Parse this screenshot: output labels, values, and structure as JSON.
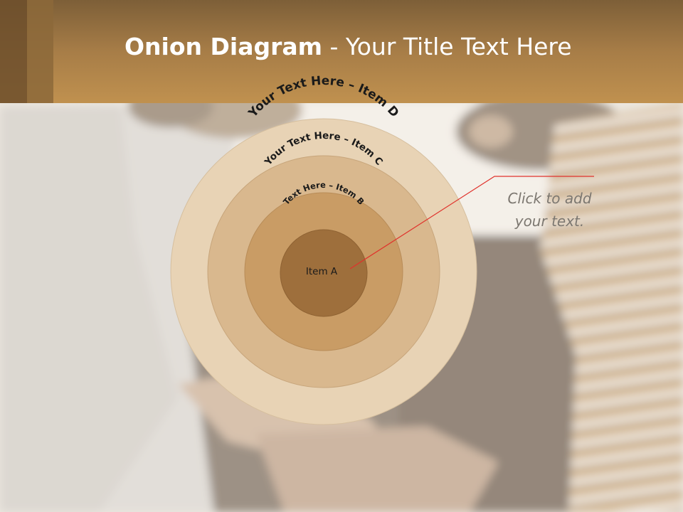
{
  "slide": {
    "title_bold": "Onion Diagram",
    "title_rest": " - Your Title Text Here"
  },
  "diagram": {
    "rings": [
      {
        "label": "Your Text Here – Item D",
        "color": "#e8d3b5"
      },
      {
        "label": "Your Text Here – Item C",
        "color": "#d9b88e"
      },
      {
        "label": "Text Here – Item B",
        "color": "#c99c65"
      },
      {
        "label": "Item A",
        "color": "#9e6f3c"
      }
    ],
    "callout": {
      "line1": "Click  to add",
      "line2": "your text.",
      "line_color": "#e0322c"
    }
  },
  "colors": {
    "header": "#a77d47",
    "text_dark": "#1a1a1a"
  }
}
